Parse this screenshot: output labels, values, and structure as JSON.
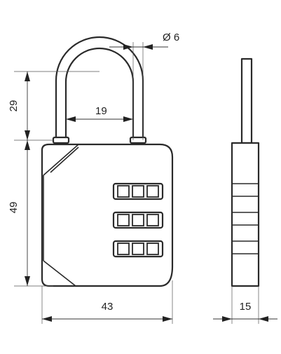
{
  "dimensions": {
    "shackle_diameter": "Ø 6",
    "shackle_clearance_width": "19",
    "shackle_height": "29",
    "body_height": "49",
    "body_width": "43",
    "body_thickness": "15"
  }
}
